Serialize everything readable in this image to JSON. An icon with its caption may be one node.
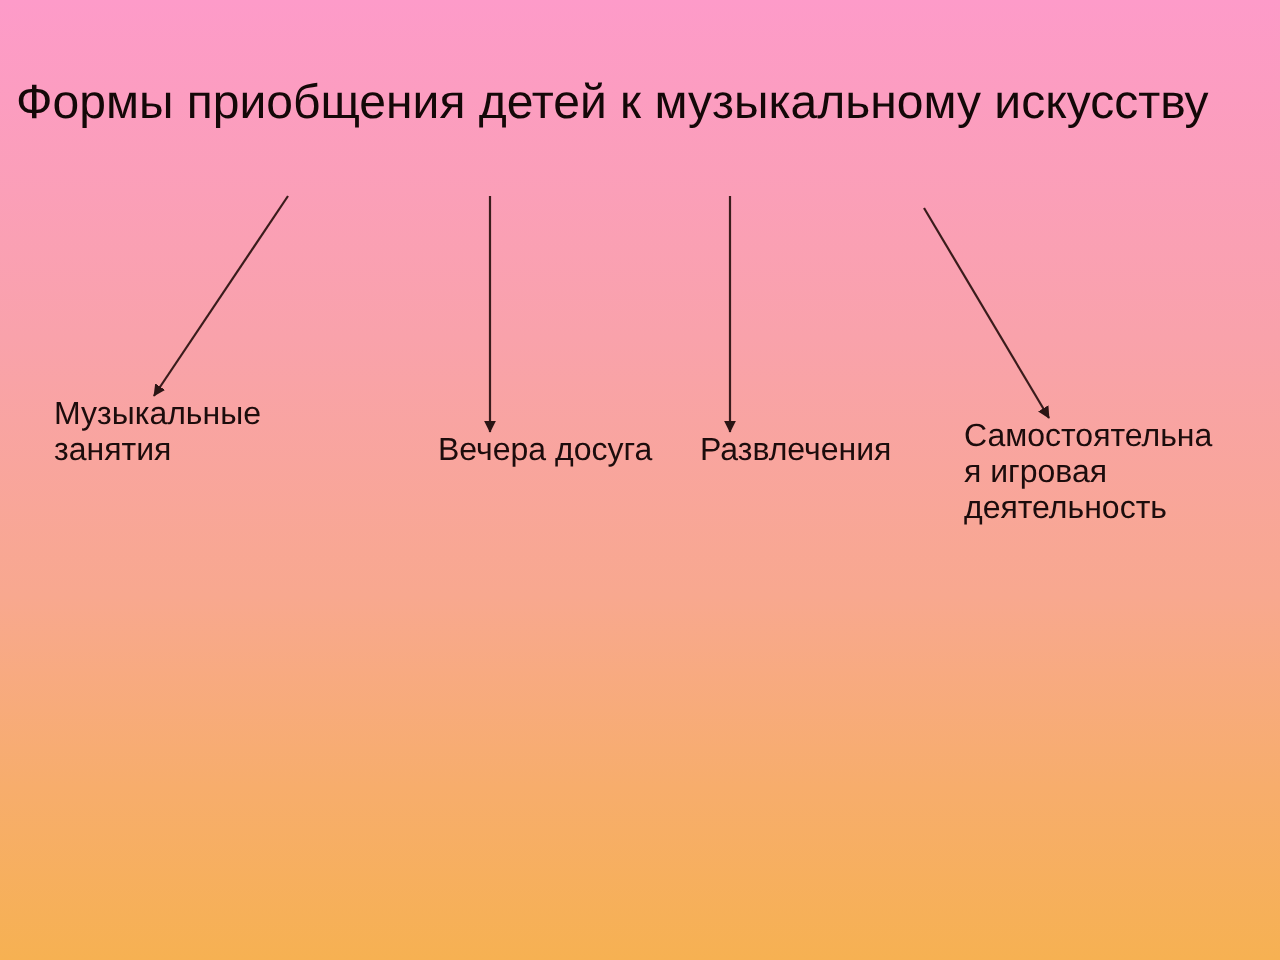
{
  "diagram": {
    "title": "Формы приобщения детей к музыкальному искусству",
    "nodes": [
      {
        "text": [
          "Музыкальные занятия"
        ]
      },
      {
        "text": [
          "Вечера досуга"
        ]
      },
      {
        "text": [
          "Развлечения"
        ]
      },
      {
        "text": [
          "Самостоятельная игровая деятельность"
        ]
      }
    ],
    "edges": [
      {
        "from": null,
        "to": 0,
        "arrow": "to"
      },
      {
        "from": null,
        "to": 1,
        "arrow": "to"
      },
      {
        "from": null,
        "to": 2,
        "arrow": "to"
      },
      {
        "from": null,
        "to": 3,
        "arrow": "to"
      }
    ]
  }
}
